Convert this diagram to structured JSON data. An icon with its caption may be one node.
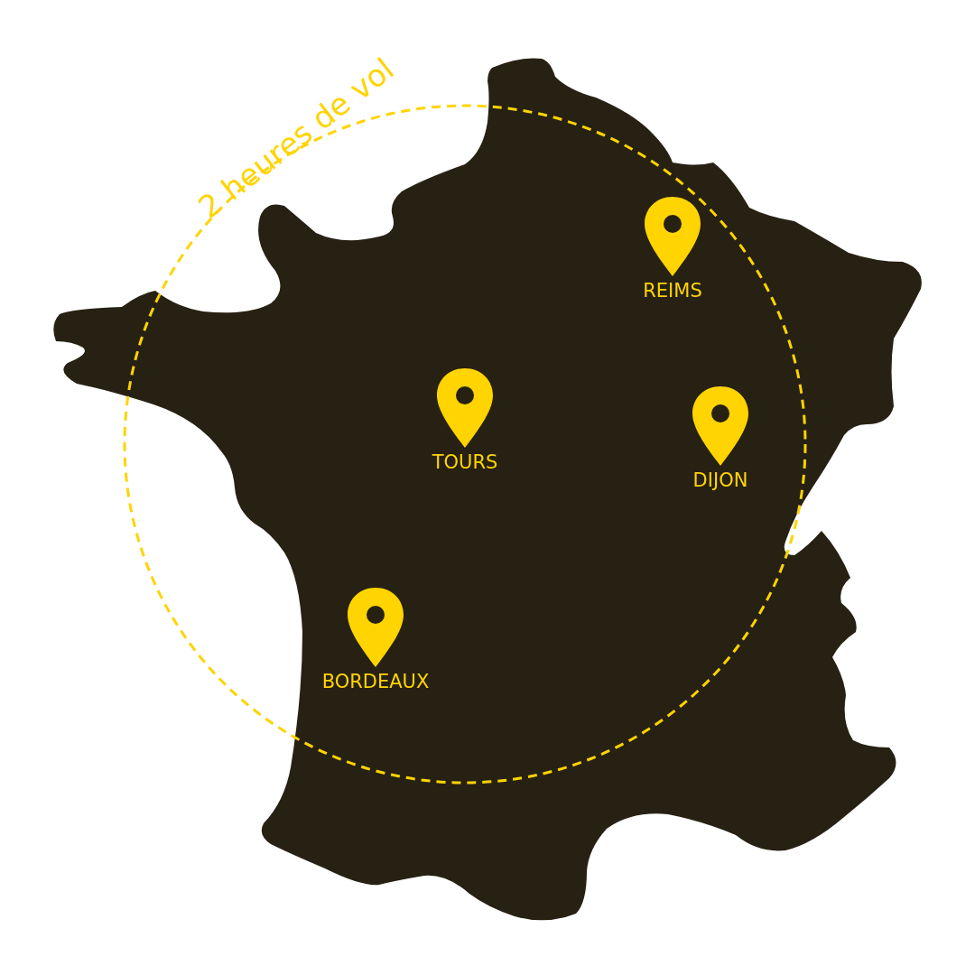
{
  "diagram": {
    "labels": [
      "2 heures de vol",
      "REIMS",
      "TOURS",
      "DIJON",
      "BORDEAUX"
    ]
  }
}
